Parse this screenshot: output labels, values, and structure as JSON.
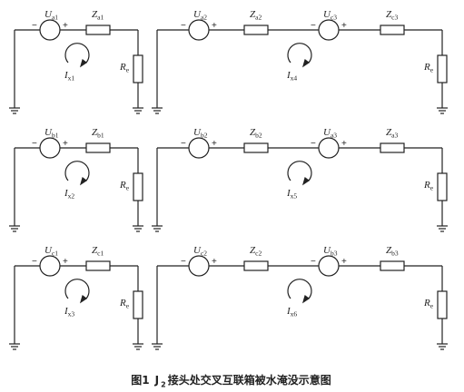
{
  "caption": {
    "figure_number": "图1",
    "title_prefix": "J",
    "title_subscript": "2",
    "title_suffix": "接头处交叉互联箱被水淹没示意图"
  },
  "circuits": [
    {
      "id": "x1",
      "sources": [
        {
          "base": "U",
          "sub": "a1"
        }
      ],
      "impedances": [
        {
          "base": "Z",
          "sub": "a1"
        }
      ],
      "current": {
        "base": "I",
        "sub": "x1"
      },
      "resistor": {
        "base": "R",
        "sub": "e"
      }
    },
    {
      "id": "x4",
      "sources": [
        {
          "base": "U",
          "sub": "a2"
        },
        {
          "base": "U",
          "sub": "c3"
        }
      ],
      "impedances": [
        {
          "base": "Z",
          "sub": "a2"
        },
        {
          "base": "Z",
          "sub": "c3"
        }
      ],
      "current": {
        "base": "I",
        "sub": "x4"
      },
      "resistor": {
        "base": "R",
        "sub": "e"
      }
    },
    {
      "id": "x2",
      "sources": [
        {
          "base": "U",
          "sub": "b1"
        }
      ],
      "impedances": [
        {
          "base": "Z",
          "sub": "b1"
        }
      ],
      "current": {
        "base": "I",
        "sub": "x2"
      },
      "resistor": {
        "base": "R",
        "sub": "e"
      }
    },
    {
      "id": "x5",
      "sources": [
        {
          "base": "U",
          "sub": "b2"
        },
        {
          "base": "U",
          "sub": "a3"
        }
      ],
      "impedances": [
        {
          "base": "Z",
          "sub": "b2"
        },
        {
          "base": "Z",
          "sub": "a3"
        }
      ],
      "current": {
        "base": "I",
        "sub": "x5"
      },
      "resistor": {
        "base": "R",
        "sub": "e"
      }
    },
    {
      "id": "x3",
      "sources": [
        {
          "base": "U",
          "sub": "c1"
        }
      ],
      "impedances": [
        {
          "base": "Z",
          "sub": "c1"
        }
      ],
      "current": {
        "base": "I",
        "sub": "x3"
      },
      "resistor": {
        "base": "R",
        "sub": "e"
      }
    },
    {
      "id": "x6",
      "sources": [
        {
          "base": "U",
          "sub": "c2"
        },
        {
          "base": "U",
          "sub": "b3"
        }
      ],
      "impedances": [
        {
          "base": "Z",
          "sub": "c2"
        },
        {
          "base": "Z",
          "sub": "b3"
        }
      ],
      "current": {
        "base": "I",
        "sub": "x6"
      },
      "resistor": {
        "base": "R",
        "sub": "e"
      }
    }
  ],
  "signs": {
    "minus": "−",
    "plus": "+"
  }
}
